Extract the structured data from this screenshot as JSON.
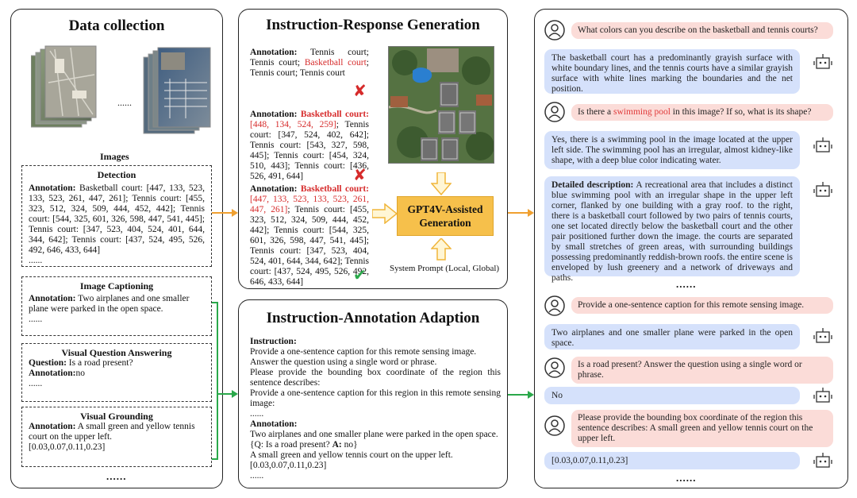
{
  "colors": {
    "arrow_orange": "#f0a030",
    "arrow_green": "#2aa84a",
    "gen_box": "#f6c04b",
    "user_bubble": "#fbdcd8",
    "assistant_bubble": "#d5e1fb",
    "highlight_red": "#d62b2b"
  },
  "left": {
    "title": "Data collection",
    "images_label": "Images",
    "images_ellipsis": "......",
    "detection": {
      "title": "Detection",
      "label": "Annotation:",
      "text": " Basketball court: [447, 133, 523, 133, 523, 261, 447, 261]; Tennis court: [455, 323, 512, 324, 509, 444, 452, 442]; Tennis court: [544, 325, 601, 326, 598, 447, 541, 445]; Tennis court: [347, 523, 404, 524, 401, 644, 344, 642]; Tennis court: [437, 524, 495, 526, 492, 646, 433, 644]",
      "ellipsis": "......"
    },
    "captioning": {
      "title": "Image Captioning",
      "label": "Annotation:",
      "text": " Two airplanes and one smaller plane were parked in the open space.",
      "ellipsis": "......"
    },
    "vqa": {
      "title": "Visual Question Answering",
      "q_label": "Question:",
      "q_text": " Is a road present?",
      "a_label": "Annotation:",
      "a_text": "no",
      "ellipsis": "......"
    },
    "grounding": {
      "title": "Visual Grounding",
      "label": "Annotation:",
      "text": " A small green and yellow tennis court on the upper left.",
      "coords": "[0.03,0.07,0.11,0.23]"
    },
    "bottom_ellipsis": "......"
  },
  "middle_top": {
    "title": "Instruction-Response Generation",
    "ann1": {
      "label": "Annotation:",
      "t1": " Tennis court; Tennis court; ",
      "red": "Basketball court",
      "t2": "; Tennis court; Tennis court"
    },
    "ann2": {
      "label": "Annotation:",
      "red_label": " Basketball court:",
      "red_coords": " [448, 134, 524, 259]",
      "text": "; Tennis court: [347, 524, 402, 642]; Tennis court: [543, 327, 598, 445]; Tennis court: [454, 324, 510, 443]; Tennis court: [436, 526, 491, 644]"
    },
    "ann3": {
      "label": "Annotation:",
      "red_label": " Basketball court:",
      "red_coords": " [447, 133, 523, 133, 523, 261, 447, 261]",
      "text": "; Tennis court: [455, 323, 512, 324, 509, 444, 452, 442]; Tennis court: [544, 325, 601, 326, 598, 447, 541, 445]; Tennis court: [347, 523, 404, 524, 401, 644, 344, 642]; Tennis court: [437, 524, 495, 526, 492, 646, 433, 644]"
    },
    "gen_box": "GPT4V-Assisted Generation",
    "system_prompt": "System Prompt (Local, Global)",
    "cross": "✘",
    "check": "✔"
  },
  "middle_bottom": {
    "title": "Instruction-Annotation Adaption",
    "instr_label": "Instruction:",
    "instr_lines": [
      "Provide a one-sentence caption for this remote sensing image.",
      "Answer the question using a single word or phrase.",
      "Please provide the bounding box coordinate of the region this sentence describes:",
      "Provide a one-sentence caption for this region in this remote sensing image:"
    ],
    "instr_ellipsis": "......",
    "ann_label": "Annotation:",
    "ann_line1": "Two airplanes and one smaller plane were parked in the open space.",
    "ann_line2_pre": "{Q: Is a road present?  ",
    "ann_line2_a": "A:",
    "ann_line2_post": " no}",
    "ann_line3": "A small green and yellow tennis court on the upper left.",
    "ann_line4": "[0.03,0.07,0.11,0.23]",
    "ann_ellipsis": "......"
  },
  "right": {
    "q1": "What colors can you describe on the basketball and tennis courts?",
    "a1": "The basketball court has a predominantly grayish surface with white boundary lines, and the tennis courts have a similar grayish surface with white lines marking the boundaries and the net position.",
    "q2_pre": "Is there a ",
    "q2_red": "swimming pool",
    "q2_post": " in this image? If so, what is its shape?",
    "a2": "Yes, there is a swimming pool in the image located at the upper left side. The swimming pool has an irregular, almost kidney-like shape, with a deep blue color indicating water.",
    "a3_label": "Detailed description:",
    "a3_text": " A recreational area that includes a distinct blue swimming pool with an irregular shape in the upper left corner, flanked by one building with a gray roof. to the right, there is a basketball court followed by two pairs of tennis courts, one set located directly below the basketball court and the other pair positioned further down the image. the courts are separated by small stretches of green areas, with surrounding buildings possessing predominantly reddish-brown roofs. the entire scene is enveloped by lush greenery and a network of driveways and paths.",
    "ellipsis1": "......",
    "q4": "Provide a one-sentence caption for this remote sensing image.",
    "a4": "Two airplanes and one smaller plane were parked in the open space.",
    "q5": "Is a road present? Answer the question using a single word or phrase.",
    "a5": "No",
    "q6": "Please provide the bounding box coordinate of the region this sentence describes: A small green and yellow tennis court on the upper left.",
    "a6": "[0.03,0.07,0.11,0.23]",
    "ellipsis2": "......"
  }
}
